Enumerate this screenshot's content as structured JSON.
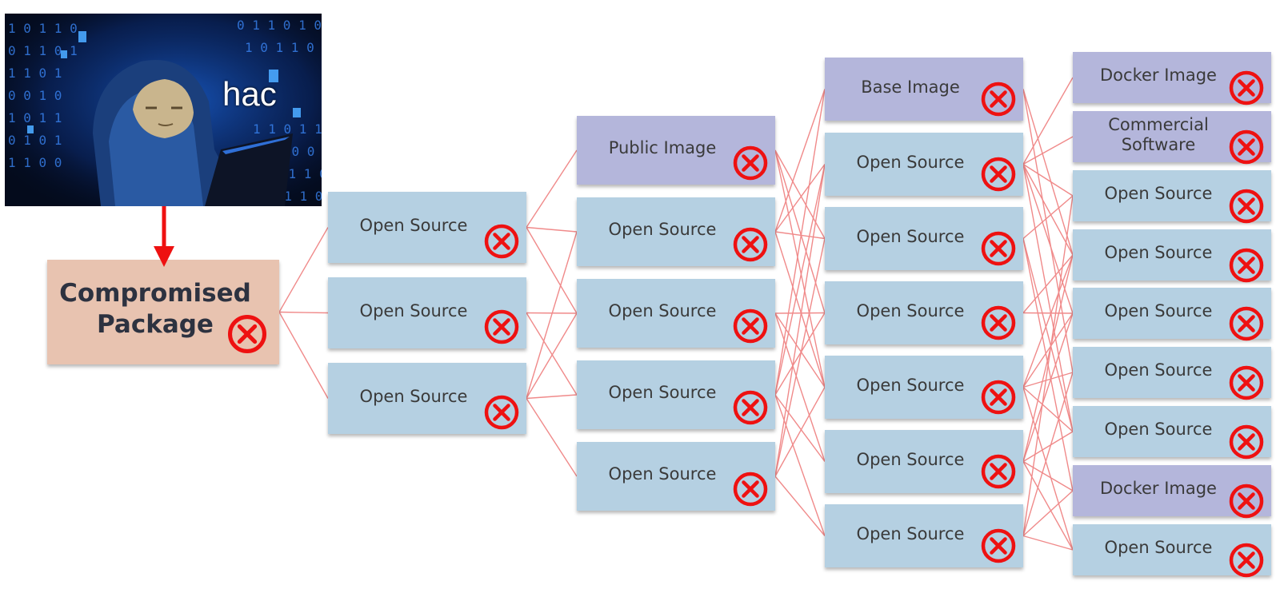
{
  "hacker_image": {
    "caption": "hac"
  },
  "root": {
    "label_line1": "Compromised",
    "label_line2": "Package"
  },
  "colors": {
    "open_source": "#b5d0e2",
    "image": "#b4b6db",
    "root": "#e8c3b0",
    "link": "#f08a8a",
    "cross": "#ee1111",
    "arrow": "#ee1111"
  },
  "icons": {
    "badge": "cross-circle-icon",
    "arrow": "down-arrow"
  },
  "columns": [
    {
      "nodes": [
        {
          "label": "Open Source",
          "kind": "oss"
        },
        {
          "label": "Open Source",
          "kind": "oss"
        },
        {
          "label": "Open Source",
          "kind": "oss"
        }
      ]
    },
    {
      "nodes": [
        {
          "label": "Public Image",
          "kind": "img"
        },
        {
          "label": "Open Source",
          "kind": "oss"
        },
        {
          "label": "Open Source",
          "kind": "oss"
        },
        {
          "label": "Open Source",
          "kind": "oss"
        },
        {
          "label": "Open Source",
          "kind": "oss"
        }
      ]
    },
    {
      "nodes": [
        {
          "label": "Base Image",
          "kind": "img"
        },
        {
          "label": "Open Source",
          "kind": "oss"
        },
        {
          "label": "Open Source",
          "kind": "oss"
        },
        {
          "label": "Open Source",
          "kind": "oss"
        },
        {
          "label": "Open Source",
          "kind": "oss"
        },
        {
          "label": "Open Source",
          "kind": "oss"
        },
        {
          "label": "Open Source",
          "kind": "oss"
        }
      ]
    },
    {
      "nodes": [
        {
          "label": "Docker Image",
          "kind": "img"
        },
        {
          "label": "Commercial Software",
          "kind": "img"
        },
        {
          "label": "Open Source",
          "kind": "oss"
        },
        {
          "label": "Open Source",
          "kind": "oss"
        },
        {
          "label": "Open Source",
          "kind": "oss"
        },
        {
          "label": "Open Source",
          "kind": "oss"
        },
        {
          "label": "Open Source",
          "kind": "oss"
        },
        {
          "label": "Docker Image",
          "kind": "img"
        },
        {
          "label": "Open Source",
          "kind": "oss"
        }
      ]
    }
  ]
}
